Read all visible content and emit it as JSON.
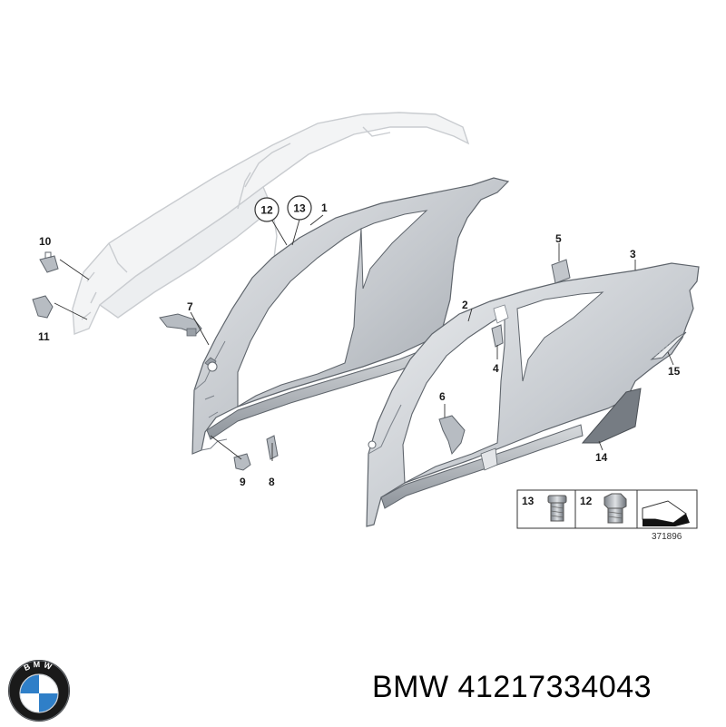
{
  "callouts": {
    "c1": "1",
    "c2": "2",
    "c3": "3",
    "c4": "4",
    "c5": "5",
    "c6": "6",
    "c7": "7",
    "c8": "8",
    "c9": "9",
    "c10": "10",
    "c11": "11",
    "c12": "12",
    "c13": "13",
    "c14": "14",
    "c15": "15"
  },
  "fastener_legend": {
    "item_a": "13",
    "item_b": "12"
  },
  "reference_number": "371896",
  "caption": {
    "brand": "BMW",
    "part_number": "41217334043"
  },
  "logo": {
    "letters": "BMW",
    "colors": {
      "ring": "#1a1a1a",
      "blue": "#2f7fc8",
      "white": "#ffffff"
    }
  }
}
